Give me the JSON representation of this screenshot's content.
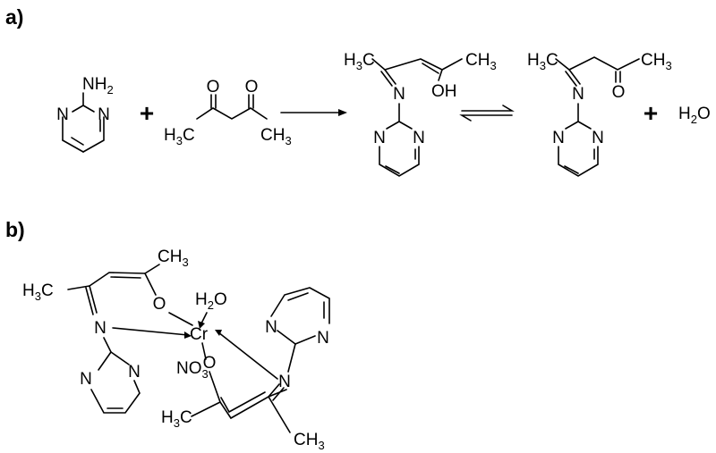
{
  "panels": {
    "a": "a)",
    "b": "b)"
  },
  "operators": {
    "plus": "+"
  },
  "atoms": {
    "N": "N",
    "O": "O",
    "OH": "OH",
    "Cr": "Cr"
  },
  "groups": {
    "NH": "NH",
    "H": "H",
    "C": "C",
    "sub2": "2",
    "sub3": "3",
    "NO": "NO"
  }
}
